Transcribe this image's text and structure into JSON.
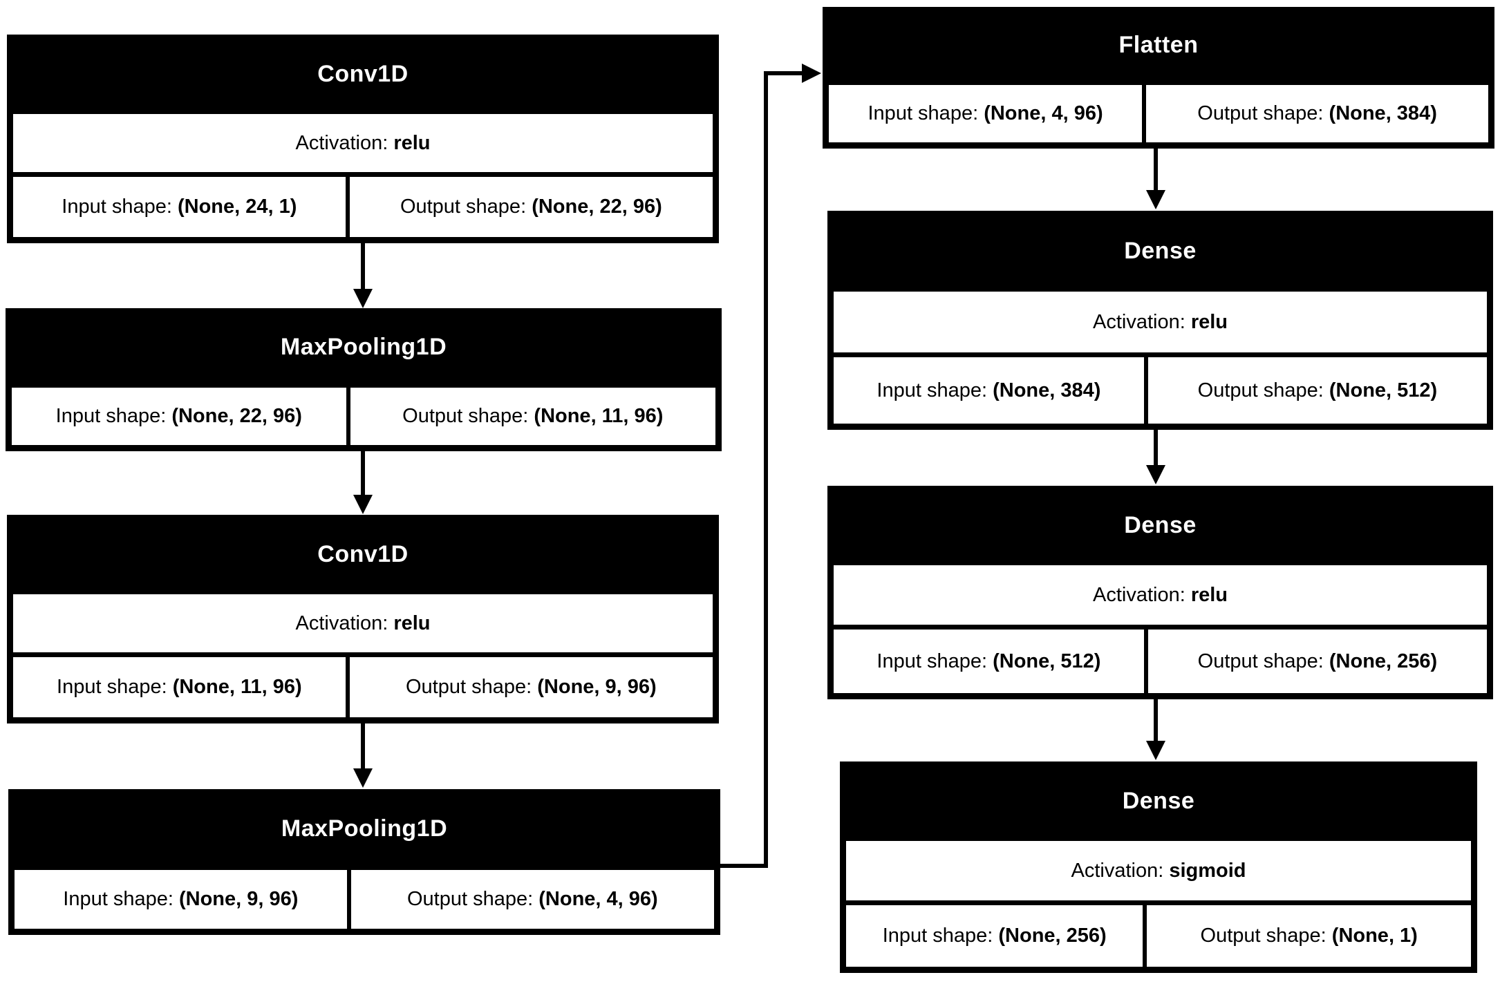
{
  "labels": {
    "activation_prefix": "Activation: ",
    "input_prefix": "Input shape: ",
    "output_prefix": "Output shape: "
  },
  "colors": {
    "background": "#ffffff",
    "box_header_bg": "#000000",
    "box_header_text": "#ffffff",
    "cell_bg": "#ffffff",
    "border": "#000000",
    "arrow": "#000000"
  },
  "layers": [
    {
      "title": "Conv1D",
      "activation": "relu",
      "input_shape": "(None, 24, 1)",
      "output_shape": "(None, 22, 96)"
    },
    {
      "title": "MaxPooling1D",
      "input_shape": "(None, 22, 96)",
      "output_shape": "(None, 11, 96)"
    },
    {
      "title": "Conv1D",
      "activation": "relu",
      "input_shape": "(None, 11, 96)",
      "output_shape": "(None, 9, 96)"
    },
    {
      "title": "MaxPooling1D",
      "input_shape": "(None, 9, 96)",
      "output_shape": "(None, 4, 96)"
    },
    {
      "title": "Flatten",
      "input_shape": "(None, 4, 96)",
      "output_shape": "(None, 384)"
    },
    {
      "title": "Dense",
      "activation": "relu",
      "input_shape": "(None, 384)",
      "output_shape": "(None, 512)"
    },
    {
      "title": "Dense",
      "activation": "relu",
      "input_shape": "(None, 512)",
      "output_shape": "(None, 256)"
    },
    {
      "title": "Dense",
      "activation": "sigmoid",
      "input_shape": "(None, 256)",
      "output_shape": "(None, 1)"
    }
  ]
}
